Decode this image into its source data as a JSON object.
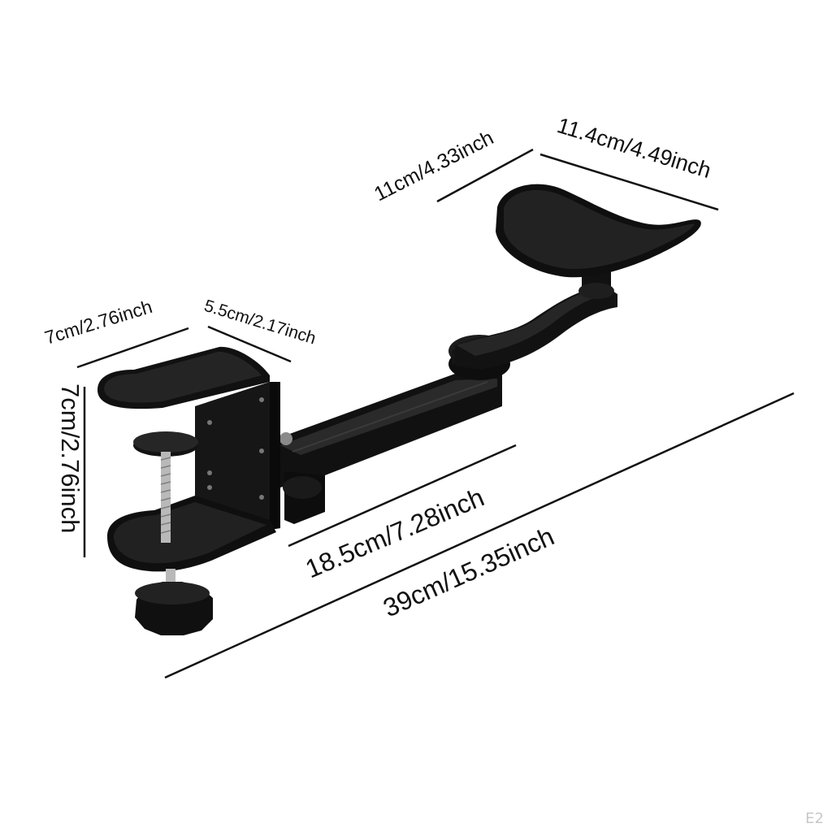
{
  "dimensions": {
    "clamp_width": "7cm/2.76inch",
    "clamp_depth": "5.5cm/2.17inch",
    "clamp_height": "7cm/2.76inch",
    "pad_width": "11cm/4.33inch",
    "pad_length": "11.4cm/4.49inch",
    "arm_length": "18.5cm/7.28inch",
    "total_length": "39cm/15.35inch"
  },
  "watermark": "E2",
  "colors": {
    "product": "#111111",
    "product_highlight": "#2c2c2c",
    "screw": "#b9b9b9",
    "line": "#111111",
    "background": "#ffffff"
  }
}
